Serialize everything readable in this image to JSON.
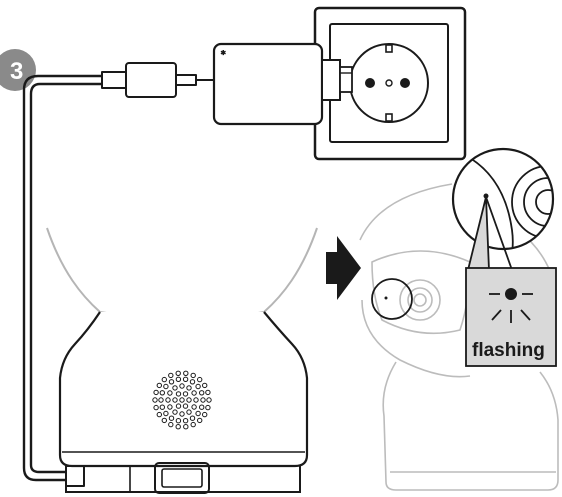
{
  "step": {
    "number": "3",
    "badge_color": "#8a8a8a"
  },
  "adapter": {
    "mark": "*"
  },
  "callout": {
    "label": "flashing",
    "background": "#d9d9d9"
  },
  "colors": {
    "line": "#1a1a1a",
    "faded_line": "#b5b5b5",
    "arrow": "#1a1a1a"
  },
  "icons": {
    "step_badge": "circle-number",
    "arrow": "right-arrow-icon",
    "led": "flashing-led-icon",
    "socket": "power-socket-icon",
    "plug": "usb-plug-icon"
  }
}
